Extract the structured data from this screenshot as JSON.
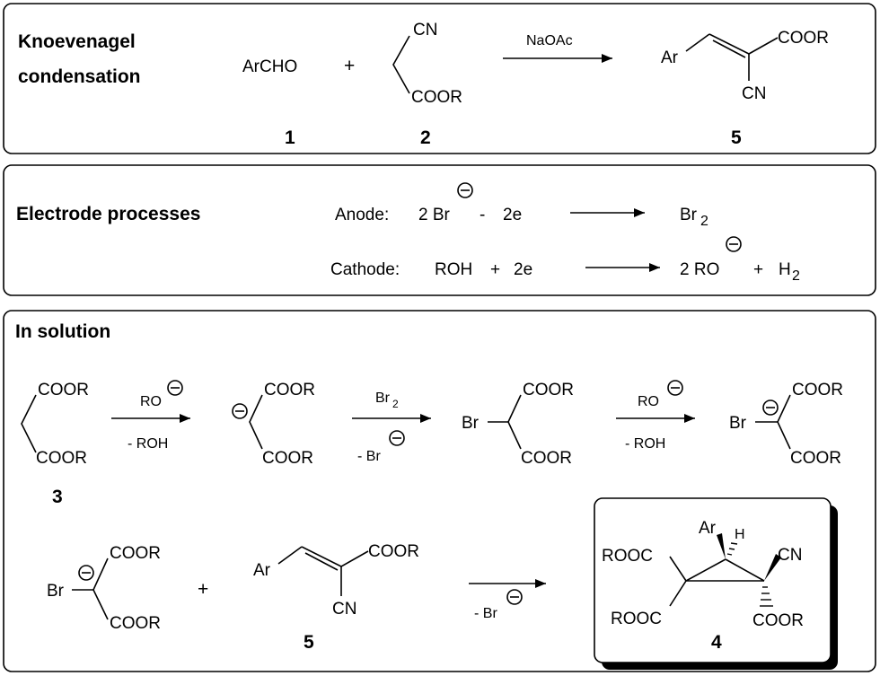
{
  "panels": {
    "knoevenagel": {
      "heading_line1": "Knoevenagel",
      "heading_line2": "condensation",
      "reactant1": "ArCHO",
      "plus": "+",
      "reactant2_top": "CN",
      "reactant2_bottom": "COOR",
      "reagent": "NaOAc",
      "product_ar": "Ar",
      "product_top": "COOR",
      "product_bottom": "CN",
      "label1": "1",
      "label2": "2",
      "label5": "5"
    },
    "electrode": {
      "heading": "Electrode processes",
      "anode_label": "Anode:",
      "anode_lhs_coef": "2 Br",
      "anode_minus": "-",
      "anode_electrons": "2e",
      "anode_product": "Br",
      "anode_product_sub": "2",
      "cathode_label": "Cathode:",
      "cathode_lhs": "ROH",
      "cathode_plus": "+",
      "cathode_electrons": "2e",
      "cathode_product1": "2 RO",
      "cathode_plus2": "+",
      "cathode_product2": "H",
      "cathode_product2_sub": "2"
    },
    "solution": {
      "heading": "In solution",
      "malonate_top": "COOR",
      "malonate_bottom": "COOR",
      "label3": "3",
      "step1_above": "RO",
      "step1_below": "- ROH",
      "anion_top": "COOR",
      "anion_bottom": "COOR",
      "step2_above": "Br",
      "step2_above_sub": "2",
      "step2_below": "- Br",
      "bromo_br": "Br",
      "bromo_top": "COOR",
      "bromo_bottom": "COOR",
      "step3_above": "RO",
      "step3_below": "- ROH",
      "bromoanion_br": "Br",
      "bromoanion_top": "COOR",
      "bromoanion_bottom": "COOR",
      "row2_br": "Br",
      "row2_top": "COOR",
      "row2_bottom": "COOR",
      "row2_plus": "+",
      "alkene_ar": "Ar",
      "alkene_top": "COOR",
      "alkene_bottom": "CN",
      "label5": "5",
      "step4_below": "- Br",
      "cp_ar": "Ar",
      "cp_h": "H",
      "cp_cn": "CN",
      "cp_tl": "ROOC",
      "cp_bl": "ROOC",
      "cp_br": "COOR",
      "label4": "4"
    }
  }
}
